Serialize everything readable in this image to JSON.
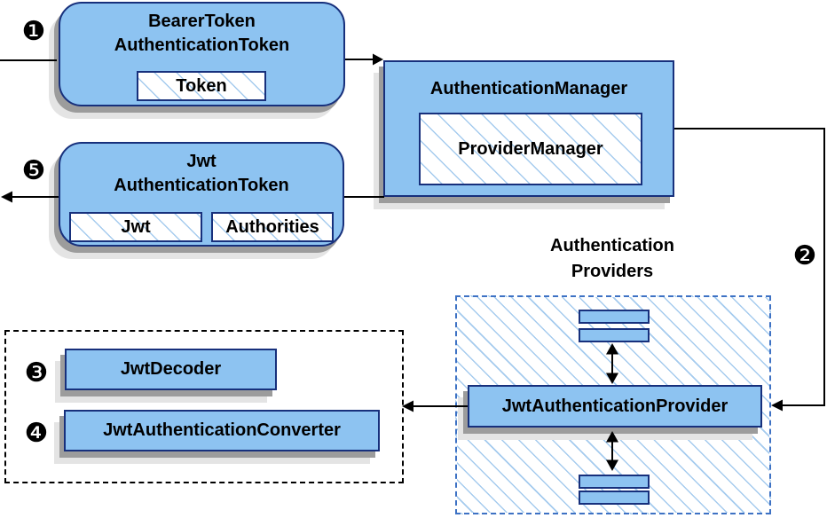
{
  "nodes": {
    "bearer_token": {
      "title_line1": "BearerToken",
      "title_line2": "AuthenticationToken",
      "token_label": "Token"
    },
    "authentication_manager": {
      "title": "AuthenticationManager",
      "provider_manager_label": "ProviderManager"
    },
    "jwt_authentication_token": {
      "title_line1": "Jwt",
      "title_line2": "AuthenticationToken",
      "jwt_label": "Jwt",
      "authorities_label": "Authorities"
    },
    "authentication_providers": {
      "label_line1": "Authentication",
      "label_line2": "Providers"
    },
    "jwt_authentication_provider": {
      "title": "JwtAuthenticationProvider"
    },
    "jwt_decoder": {
      "title": "JwtDecoder"
    },
    "jwt_authentication_converter": {
      "title": "JwtAuthenticationConverter"
    }
  },
  "markers": {
    "step1": "❶",
    "step2": "❷",
    "step3": "❸",
    "step4": "❹",
    "step5": "❺"
  },
  "colors": {
    "node_fill": "#8dc3f1",
    "node_border": "#17307c",
    "hatch_line": "#a5cbee",
    "providers_dash": "#3e72c4",
    "group_dash": "#000000",
    "shadow_dark": "#9c9c9c",
    "shadow_light": "#e4e4e4",
    "connector": "#000000",
    "badge": "#000000"
  }
}
